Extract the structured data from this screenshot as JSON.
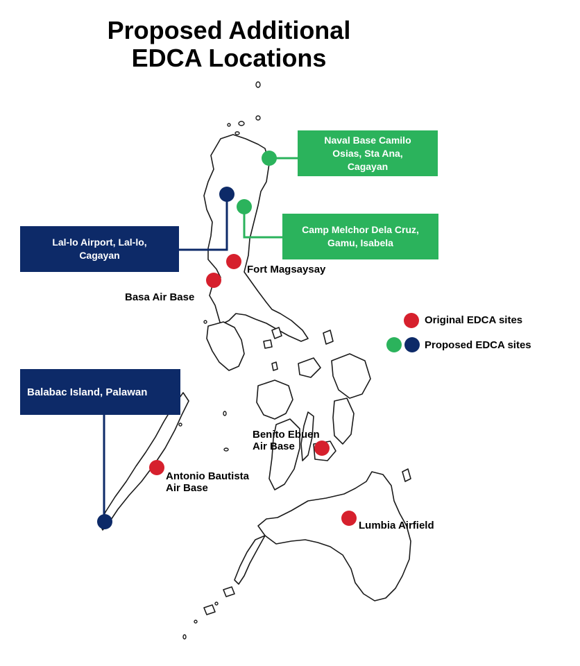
{
  "title": [
    "Proposed Additional",
    "EDCA Locations"
  ],
  "colors": {
    "original": "#d6202d",
    "proposed_green": "#2bb35c",
    "proposed_navy": "#0d2a68",
    "land_outline": "#1a1a1a"
  },
  "legend": {
    "original_label": "Original EDCA sites",
    "proposed_label": "Proposed EDCA sites"
  },
  "proposed_sites": [
    {
      "id": "naval-base-camilo-osias",
      "lines": [
        "Naval Base Camilo",
        "Osias, Sta Ana,",
        "Cagayan"
      ],
      "color": "green"
    },
    {
      "id": "camp-melchor-dela-cruz",
      "lines": [
        "Camp Melchor Dela Cruz,",
        "Gamu, Isabela"
      ],
      "color": "green"
    },
    {
      "id": "lal-lo-airport",
      "lines": [
        "Lal-lo Airport, Lal-lo,",
        "Cagayan"
      ],
      "color": "navy"
    },
    {
      "id": "balabac-island",
      "lines": [
        "Balabac Island, Palawan"
      ],
      "color": "navy"
    }
  ],
  "original_sites": [
    {
      "id": "fort-magsaysay",
      "lines": [
        "Fort Magsaysay"
      ]
    },
    {
      "id": "basa-air-base",
      "lines": [
        "Basa Air Base"
      ]
    },
    {
      "id": "benito-ebuen-air-base",
      "lines": [
        "Benito Ebuen",
        "Air Base"
      ]
    },
    {
      "id": "antonio-bautista-air-base",
      "lines": [
        "Antonio Bautista",
        "Air Base"
      ]
    },
    {
      "id": "lumbia-airfield",
      "lines": [
        "Lumbia Airfield"
      ]
    }
  ]
}
